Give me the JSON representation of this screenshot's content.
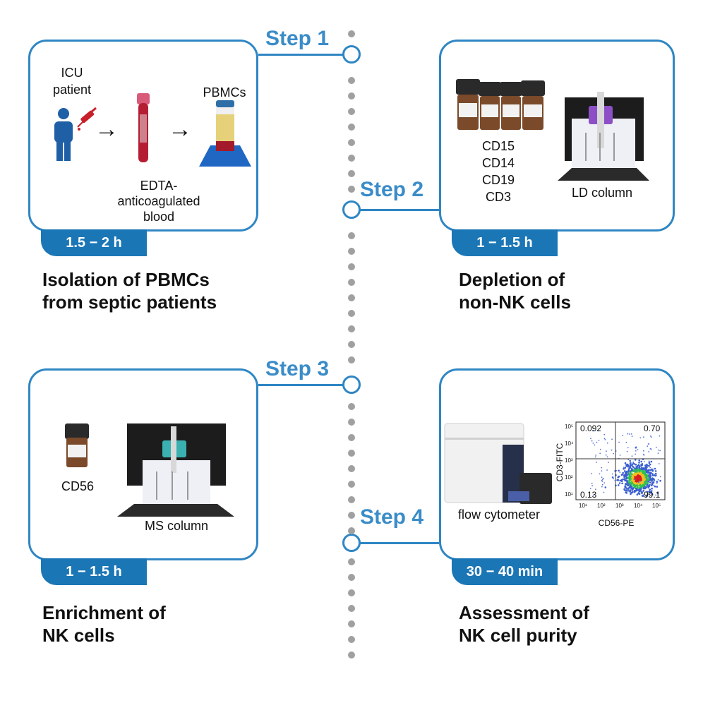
{
  "steps": {
    "s1": {
      "label": "Step 1",
      "duration": "1.5 − 2 h",
      "title_line1": "Isolation of PBMCs",
      "title_line2": "from septic patients"
    },
    "s2": {
      "label": "Step 2",
      "duration": "1 − 1.5 h",
      "title_line1": "Depletion of",
      "title_line2": "non-NK cells"
    },
    "s3": {
      "label": "Step 3",
      "duration": "1 − 1.5 h",
      "title_line1": "Enrichment of",
      "title_line2": "NK cells"
    },
    "s4": {
      "label": "Step 4",
      "duration": "30 − 40 min",
      "title_line1": "Assessment of",
      "title_line2": "NK cell purity"
    }
  },
  "card1": {
    "patient_line1": "ICU",
    "patient_line2": "patient",
    "pbmcs": "PBMCs",
    "blood_line1": "EDTA-",
    "blood_line2": "anticoagulated",
    "blood_line3": "blood",
    "arrow": "→"
  },
  "card2": {
    "markers": [
      "CD15",
      "CD14",
      "CD19",
      "CD3"
    ],
    "column": "LD column"
  },
  "card3": {
    "marker": "CD56",
    "column": "MS column"
  },
  "card4": {
    "instrument": "flow cytometer",
    "plot": {
      "ylabel": "CD3-FITC",
      "xlabel": "CD56-PE",
      "q_tl": "0.092",
      "q_tr": "0.70",
      "q_bl": "0.13",
      "q_br": "99.1",
      "ticks_x": [
        "10¹",
        "10²",
        "10³",
        "10⁴",
        "10⁵"
      ],
      "ticks_y": [
        "10⁵",
        "10⁴",
        "10³",
        "10²",
        "10¹"
      ]
    }
  },
  "colors": {
    "accent": "#2f86c4",
    "badge": "#1b76b6",
    "step_text": "#3a8cc8",
    "dots": "#a0a0a0"
  }
}
